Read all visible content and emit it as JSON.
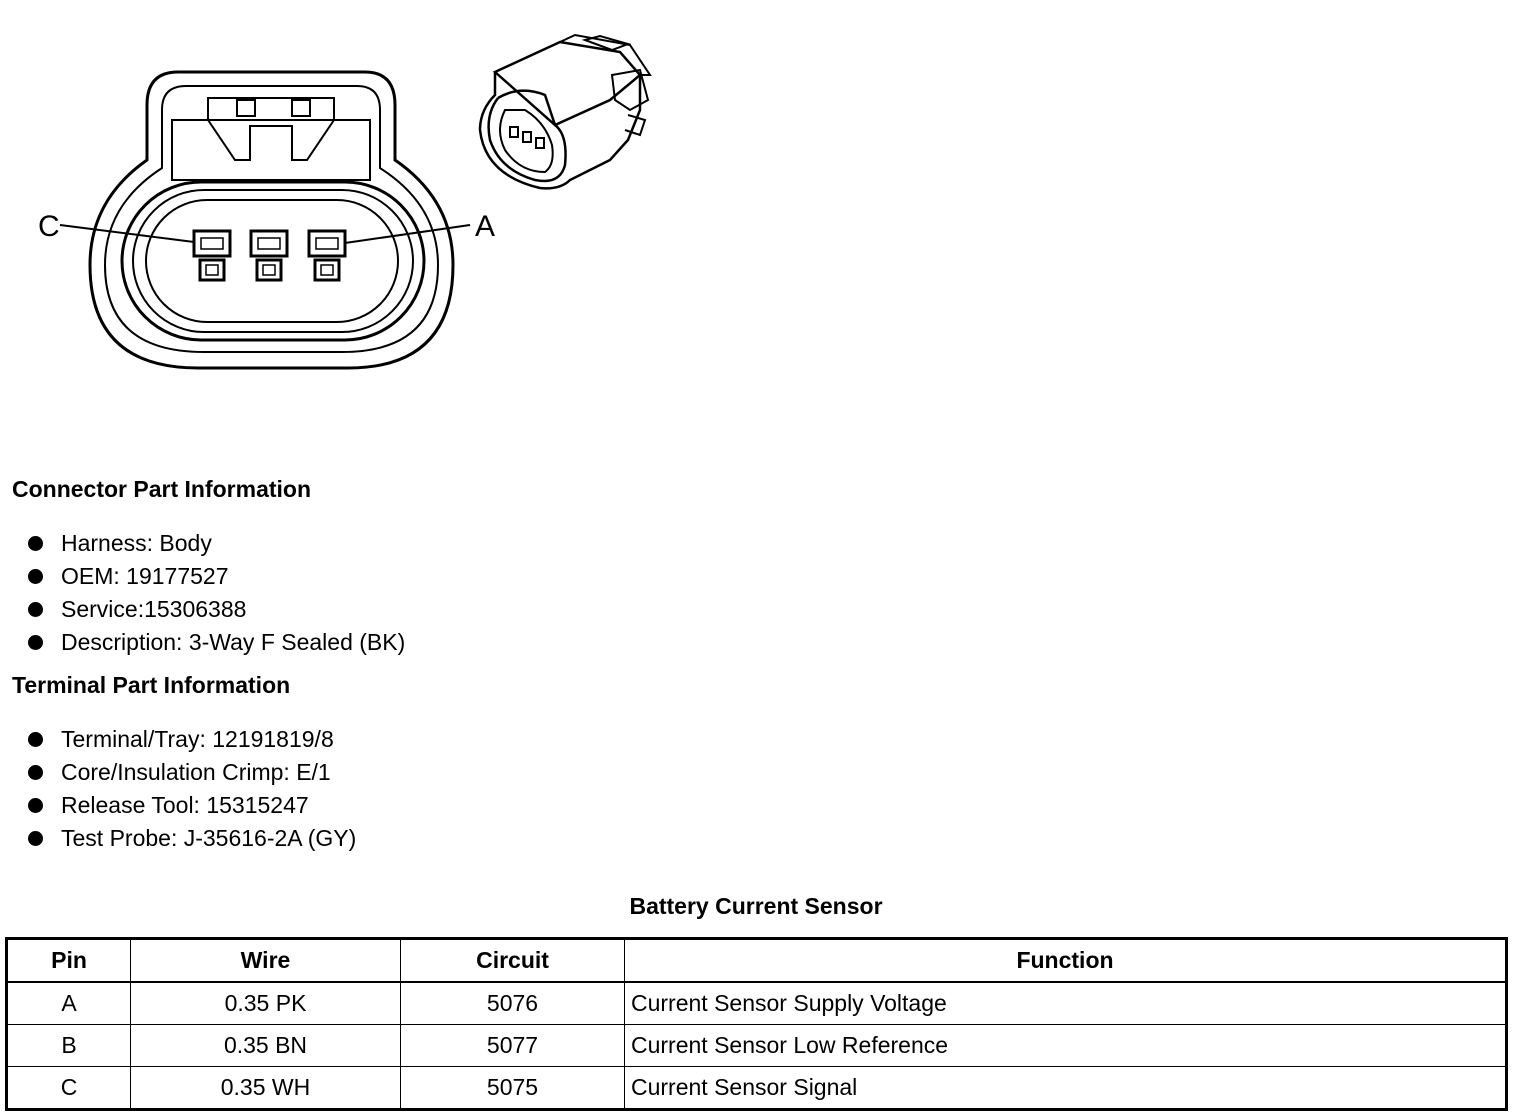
{
  "figure": {
    "pin_labels": [
      "C",
      "A"
    ]
  },
  "connector_section": {
    "title": "Connector Part Information",
    "items": [
      "Harness: Body",
      "OEM: 19177527",
      "Service:15306388",
      "Description: 3-Way F Sealed (BK)"
    ]
  },
  "terminal_section": {
    "title": "Terminal Part Information",
    "items": [
      "Terminal/Tray: 12191819/8",
      "Core/Insulation Crimp: E/1",
      "Release Tool: 15315247",
      "Test Probe: J-35616-2A (GY)"
    ]
  },
  "table": {
    "title": "Battery Current Sensor",
    "headers": [
      "Pin",
      "Wire",
      "Circuit",
      "Function"
    ],
    "rows": [
      [
        "A",
        "0.35 PK",
        "5076",
        "Current Sensor Supply Voltage"
      ],
      [
        "B",
        "0.35 BN",
        "5077",
        "Current Sensor Low Reference"
      ],
      [
        "C",
        "0.35 WH",
        "5075",
        "Current Sensor Signal"
      ]
    ]
  }
}
